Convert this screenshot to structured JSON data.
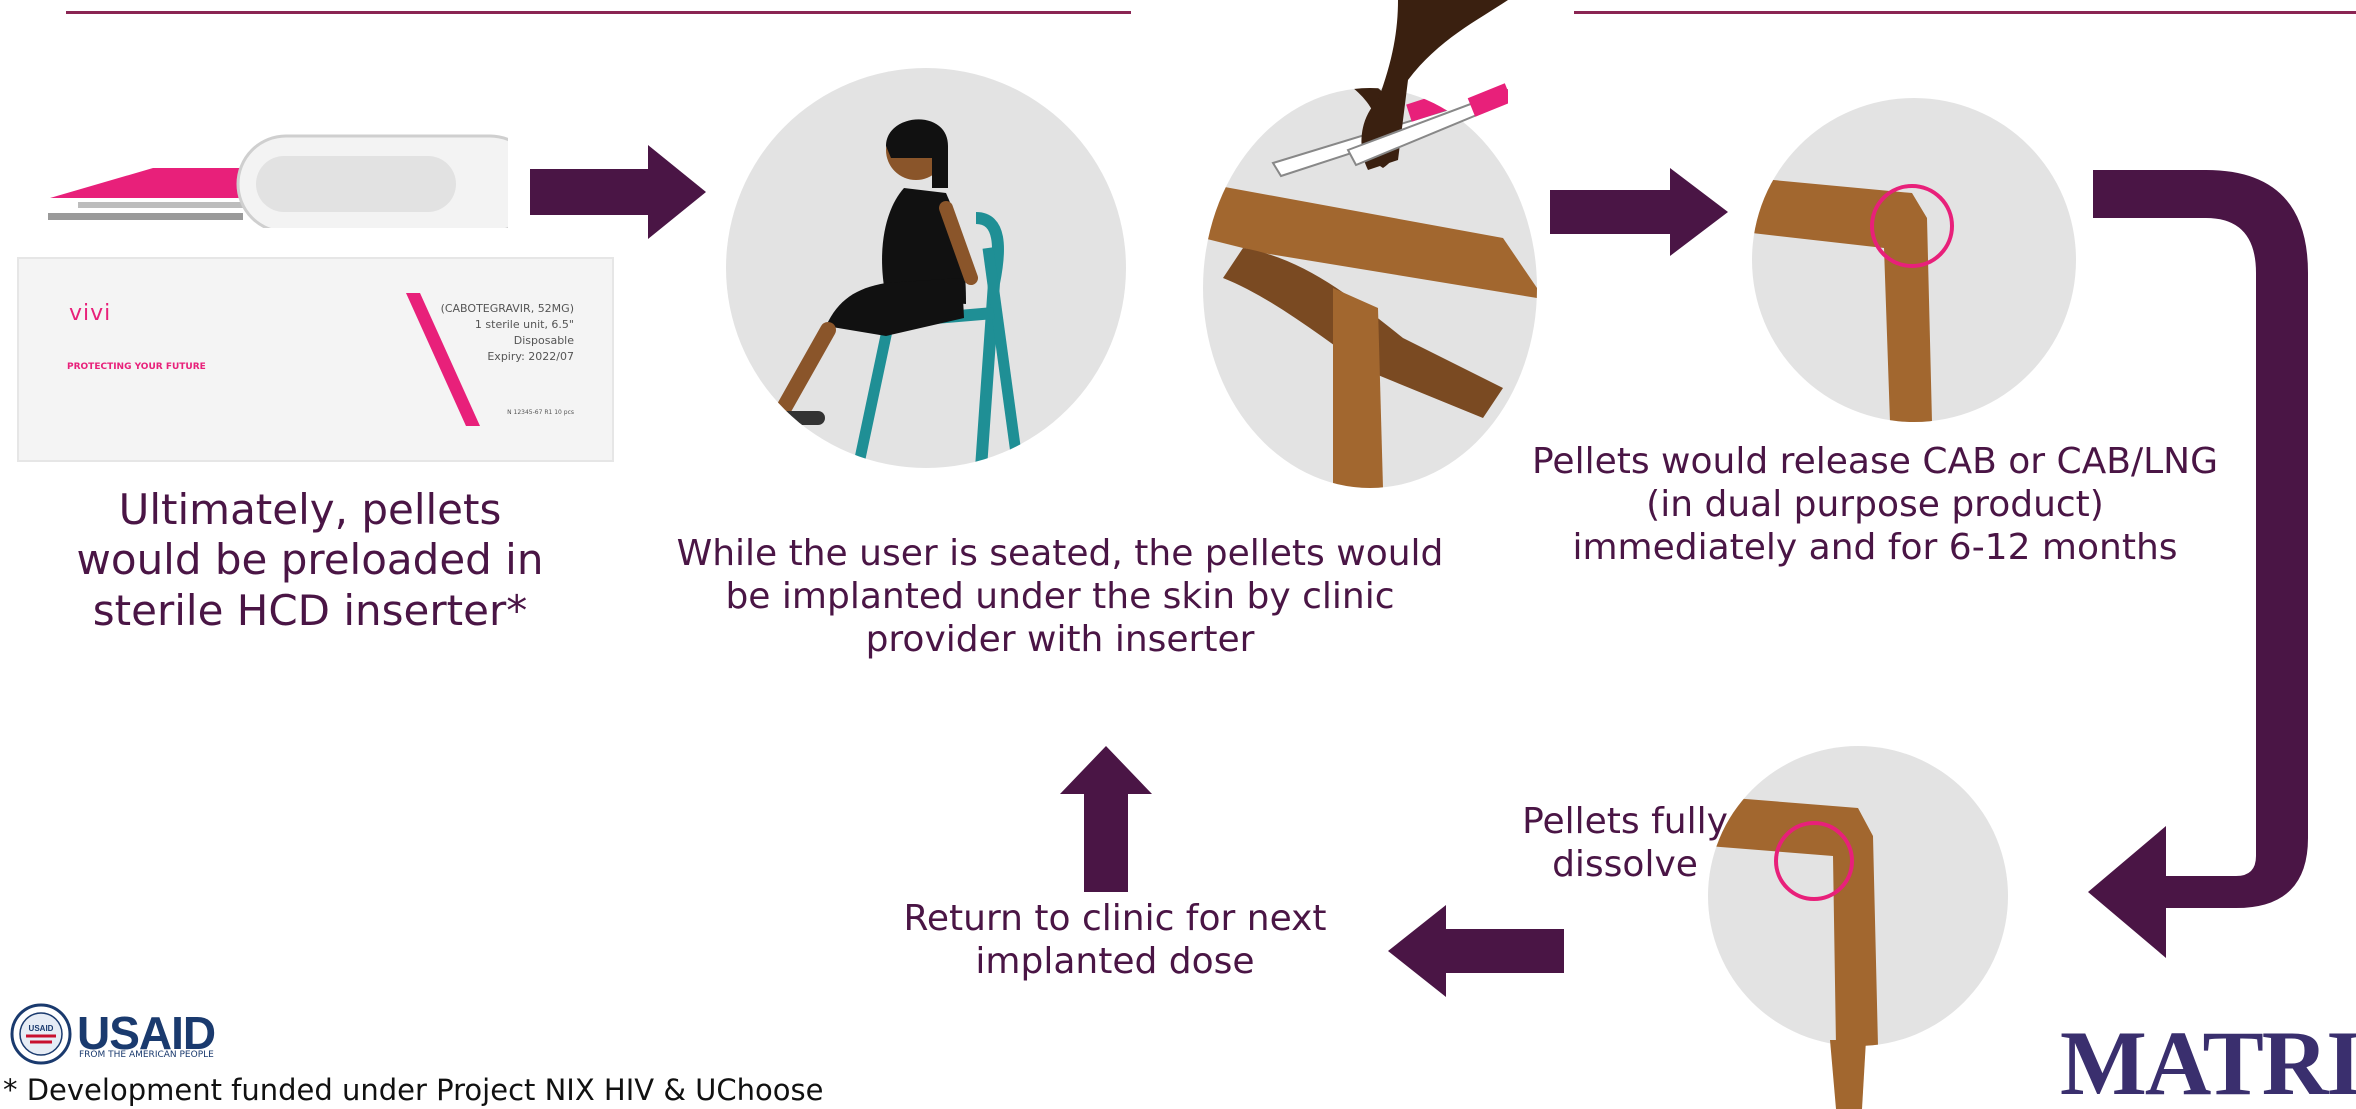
{
  "colors": {
    "arrow": "#4a1545",
    "rule": "#8a2553",
    "accent_pink": "#e8207a",
    "skin": "#a2672f",
    "chair": "#1f8f95",
    "circle_bg": "#e3e3e3"
  },
  "steps": {
    "preload": {
      "caption": "Ultimately, pellets would be preloaded in sterile HCD inserter*"
    },
    "implant": {
      "caption": "While the user is seated, the pellets would be implanted under the skin by clinic provider with inserter"
    },
    "release": {
      "caption": "Pellets would release CAB or CAB/LNG (in dual purpose product) immediately and for 6-12 months"
    },
    "dissolve": {
      "caption": "Pellets fully dissolve"
    },
    "return": {
      "caption": "Return to clinic for next implanted dose"
    }
  },
  "package": {
    "brand": "vivi",
    "tagline": "PROTECTING YOUR FUTURE",
    "line1": "(CABOTEGRAVIR, 52MG)",
    "line2": "1 sterile unit, 6.5\"",
    "line3": "Disposable",
    "line4": "Expiry: 2022/07",
    "code": "N 12345-67 R1    10 pcs"
  },
  "footer": {
    "usaid_name": "USAID",
    "usaid_tagline": "FROM THE AMERICAN PEOPLE",
    "usaid_seal_text": "USAID",
    "footnote": "* Development funded under Project NIX HIV & UChoose",
    "matrix_logo": "MATRIX"
  },
  "icons": [
    "right-arrow-icon",
    "up-arrow-icon",
    "left-arrow-icon",
    "elbow-arrow-icon"
  ]
}
